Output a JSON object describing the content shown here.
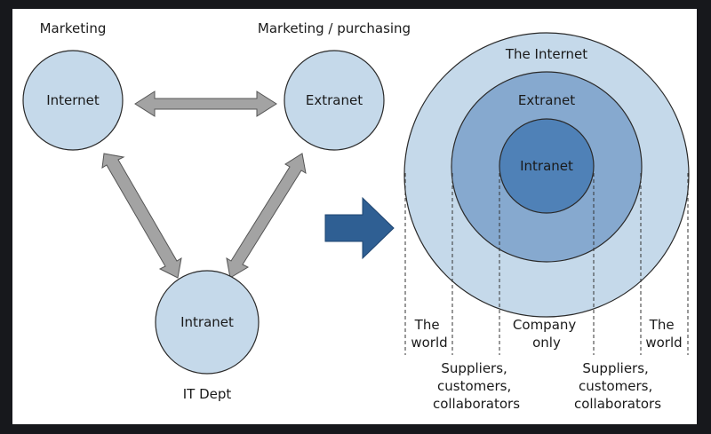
{
  "left_diagram": {
    "nodes": {
      "internet": {
        "label": "Internet",
        "caption": "Marketing"
      },
      "extranet": {
        "label": "Extranet",
        "caption": "Marketing / purchasing"
      },
      "intranet": {
        "label": "Intranet",
        "caption": "IT Dept"
      }
    }
  },
  "right_diagram": {
    "rings": {
      "outer": "The Internet",
      "middle": "Extranet",
      "inner": "Intranet"
    },
    "bands": {
      "world_left": [
        "The",
        "world"
      ],
      "suppliers_left": [
        "Suppliers,",
        "customers,",
        "collaborators"
      ],
      "company": [
        "Company",
        "only"
      ],
      "suppliers_right": [
        "Suppliers,",
        "customers,",
        "collaborators"
      ],
      "world_right": [
        "The",
        "world"
      ]
    }
  },
  "colors": {
    "light_circle": "#c5d9ea",
    "middle_ring": "#86a9cf",
    "inner_circle": "#4f81b7",
    "arrow_gray": "#a3a3a3",
    "transition_arrow": "#2f5f93"
  }
}
